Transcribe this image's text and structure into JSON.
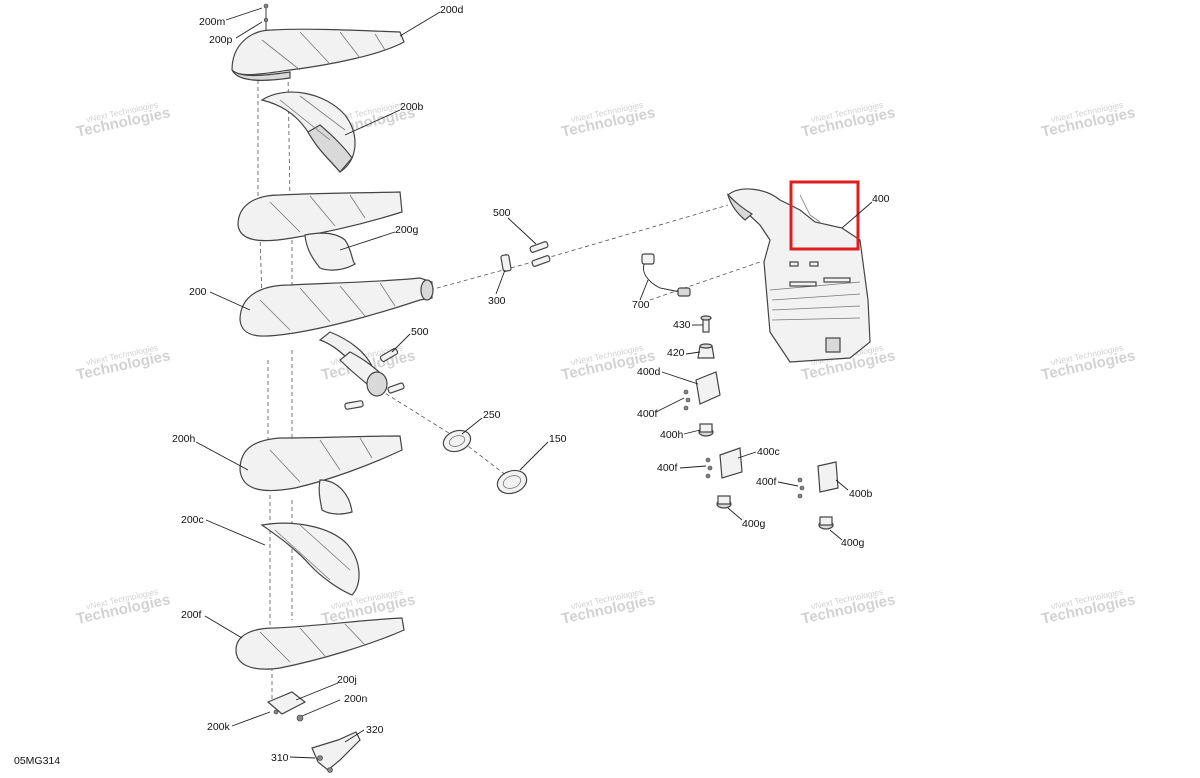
{
  "figure_code": "05MG314",
  "watermark": {
    "line1": "vNext Technologies",
    "line2": "Technologies"
  },
  "callouts": [
    {
      "id": "200m",
      "label": "200m"
    },
    {
      "id": "200p",
      "label": "200p"
    },
    {
      "id": "200d",
      "label": "200d"
    },
    {
      "id": "200b",
      "label": "200b"
    },
    {
      "id": "200g",
      "label": "200g"
    },
    {
      "id": "200",
      "label": "200"
    },
    {
      "id": "500a",
      "label": "500"
    },
    {
      "id": "300",
      "label": "300"
    },
    {
      "id": "500b",
      "label": "500"
    },
    {
      "id": "250",
      "label": "250"
    },
    {
      "id": "150",
      "label": "150"
    },
    {
      "id": "200h",
      "label": "200h"
    },
    {
      "id": "200c",
      "label": "200c"
    },
    {
      "id": "200f",
      "label": "200f"
    },
    {
      "id": "200j",
      "label": "200j"
    },
    {
      "id": "200n",
      "label": "200n"
    },
    {
      "id": "200k",
      "label": "200k"
    },
    {
      "id": "320",
      "label": "320"
    },
    {
      "id": "310",
      "label": "310"
    },
    {
      "id": "400",
      "label": "400"
    },
    {
      "id": "700",
      "label": "700"
    },
    {
      "id": "430",
      "label": "430"
    },
    {
      "id": "420",
      "label": "420"
    },
    {
      "id": "400d",
      "label": "400d"
    },
    {
      "id": "400f_a",
      "label": "400f"
    },
    {
      "id": "400h",
      "label": "400h"
    },
    {
      "id": "400c",
      "label": "400c"
    },
    {
      "id": "400f_b",
      "label": "400f"
    },
    {
      "id": "400f_c",
      "label": "400f"
    },
    {
      "id": "400b",
      "label": "400b"
    },
    {
      "id": "400g_a",
      "label": "400g"
    },
    {
      "id": "400g_b",
      "label": "400g"
    }
  ],
  "highlight": {
    "color": "#e01e1e",
    "target": "400"
  }
}
